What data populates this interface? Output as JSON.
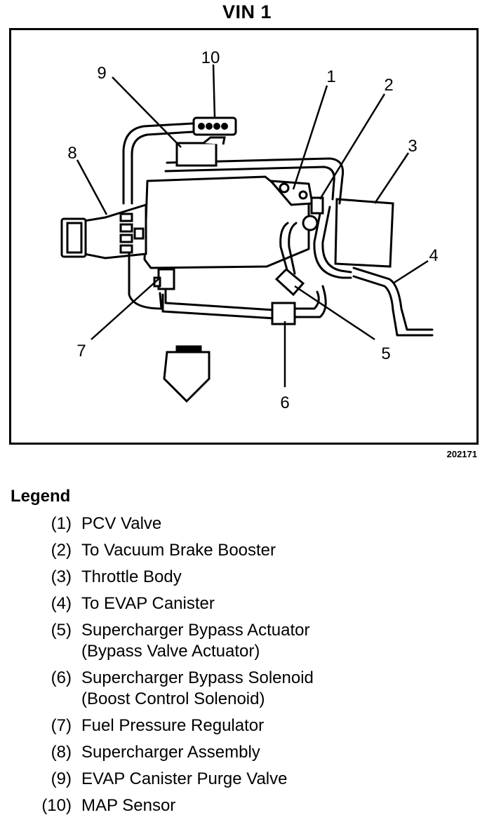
{
  "title": "VIN 1",
  "figure_id": "202171",
  "callouts": [
    "1",
    "2",
    "3",
    "4",
    "5",
    "6",
    "7",
    "8",
    "9",
    "10"
  ],
  "legend": {
    "heading": "Legend",
    "items": [
      {
        "num": "(1)",
        "lines": [
          "PCV Valve"
        ]
      },
      {
        "num": "(2)",
        "lines": [
          "To Vacuum Brake Booster"
        ]
      },
      {
        "num": "(3)",
        "lines": [
          "Throttle Body"
        ]
      },
      {
        "num": "(4)",
        "lines": [
          "To EVAP Canister"
        ]
      },
      {
        "num": "(5)",
        "lines": [
          "Supercharger Bypass Actuator",
          "(Bypass Valve Actuator)"
        ]
      },
      {
        "num": "(6)",
        "lines": [
          "Supercharger Bypass Solenoid",
          "(Boost Control Solenoid)"
        ]
      },
      {
        "num": "(7)",
        "lines": [
          "Fuel Pressure Regulator"
        ]
      },
      {
        "num": "(8)",
        "lines": [
          "Supercharger Assembly"
        ]
      },
      {
        "num": "(9)",
        "lines": [
          "EVAP Canister Purge Valve"
        ]
      },
      {
        "num": "(10)",
        "lines": [
          "MAP Sensor"
        ]
      }
    ]
  }
}
